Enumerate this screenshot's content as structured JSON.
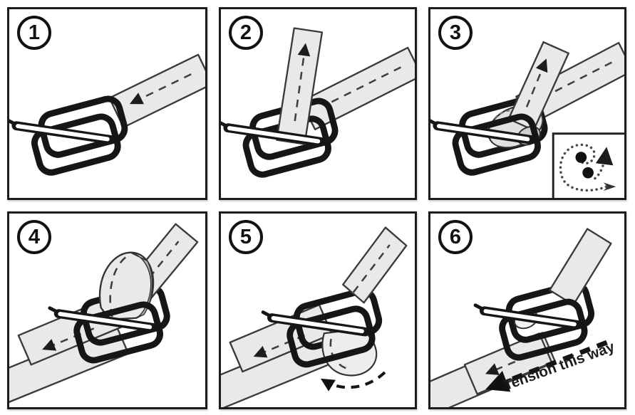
{
  "document": {
    "type": "instruction-sheet",
    "subject": "threading a strap through a wire buckle",
    "step_count": 6
  },
  "panels": [
    {
      "number": "1"
    },
    {
      "number": "2"
    },
    {
      "number": "3",
      "has_threading_path_inset": true
    },
    {
      "number": "4"
    },
    {
      "number": "5"
    },
    {
      "number": "6",
      "tension_label": "Tension this way"
    }
  ],
  "icons": {
    "step_badge": "circled-number",
    "strap_direction": "dashed-arrow",
    "rotate_direction": "curved-dashed-arrow",
    "inset_path": "dotted-spiral-arrow",
    "tension_direction": "bold-dashed-arrow"
  },
  "colors": {
    "strap": "#e9e9e9",
    "shade": "#b5b5b5",
    "line": "#161616",
    "outline": "#3a3a3a",
    "dash": "#3f3f3f",
    "panel-border": "#1c1c1c",
    "bg": "#ffffff"
  }
}
